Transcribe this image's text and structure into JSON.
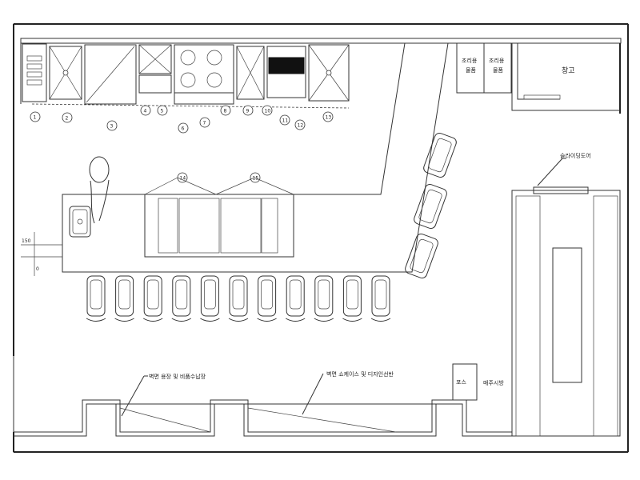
{
  "labels": {
    "storage": "창고",
    "sliding_door": "슬라이딩도어",
    "extension_1": "150",
    "extension_2": "0",
    "cabinet_label_1a": "조리용",
    "cabinet_label_1b": "물품",
    "cabinet_label_2a": "조리용",
    "cabinet_label_2b": "물품",
    "leader_left": "벽면 용장 및 비품수납장",
    "leader_right": "벽면 쇼케이스 및 디자인선반",
    "post": "포스",
    "area": "매주시방"
  },
  "equipment_numbers": [
    "1",
    "2",
    "3",
    "4",
    "5",
    "6",
    "7",
    "8",
    "9",
    "10",
    "11",
    "12",
    "13",
    "14",
    "15"
  ],
  "counter_seat_count": 11,
  "side_chair_count": 3
}
